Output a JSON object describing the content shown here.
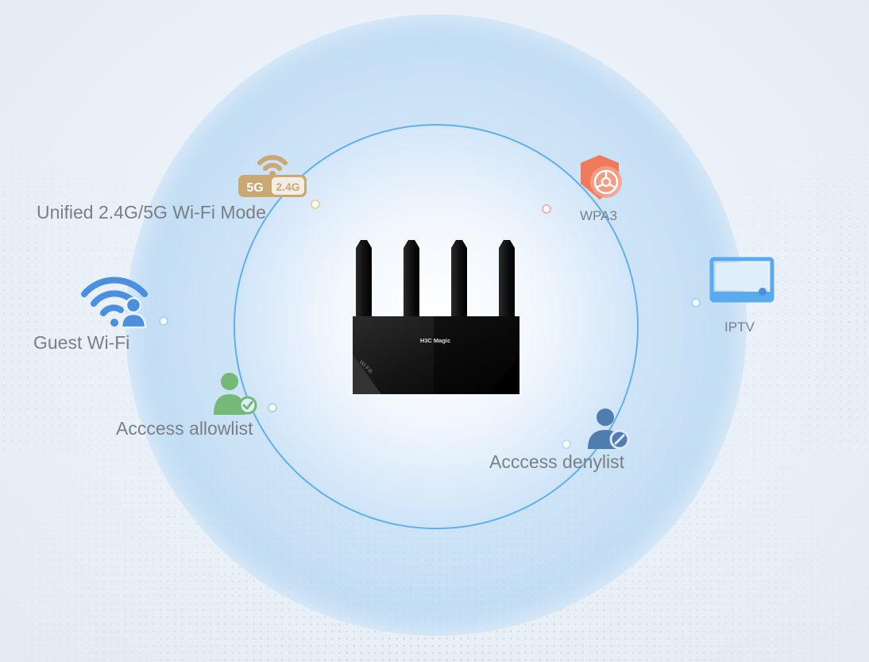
{
  "features": {
    "wifi_mode": {
      "label": "Unified 2.4G/5G Wi-Fi Mode",
      "badge_5g": "5G",
      "badge_24g": "2.4G",
      "icon": "wifi-band-icon"
    },
    "guest_wifi": {
      "label": "Guest Wi-Fi",
      "icon": "guest-wifi-icon"
    },
    "allowlist": {
      "label": "Acccess allowlist",
      "icon": "user-allow-icon"
    },
    "wpa3": {
      "label": "WPA3",
      "icon": "shield-icon"
    },
    "iptv": {
      "label": "IPTV",
      "icon": "tv-icon"
    },
    "denylist": {
      "label": "Acccess denylist",
      "icon": "user-deny-icon"
    }
  },
  "router": {
    "brand": "H3C Magic",
    "side_mark": "Wi-Fi6"
  },
  "colors": {
    "accent_blue": "#4a8fe0",
    "gold": "#c9a873",
    "green": "#74b978",
    "orange_red": "#f07a5c",
    "text_gray": "#7a7f86"
  }
}
